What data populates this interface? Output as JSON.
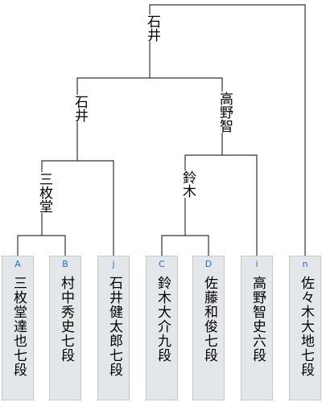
{
  "bracket": {
    "winners": {
      "final": "石井",
      "semi_left": "石井",
      "semi_right": "高野智",
      "qf_left": "三枚堂",
      "qf_right": "鈴木"
    },
    "players": [
      {
        "code": "A",
        "name": "三枚堂達也七段"
      },
      {
        "code": "B",
        "name": "村中秀史七段"
      },
      {
        "code": "j",
        "name": "石井健太郎七段"
      },
      {
        "code": "C",
        "name": "鈴木大介九段"
      },
      {
        "code": "D",
        "name": "佐藤和俊七段"
      },
      {
        "code": "i",
        "name": "高野智史六段"
      },
      {
        "code": "n",
        "name": "佐々木大地七段"
      }
    ]
  }
}
